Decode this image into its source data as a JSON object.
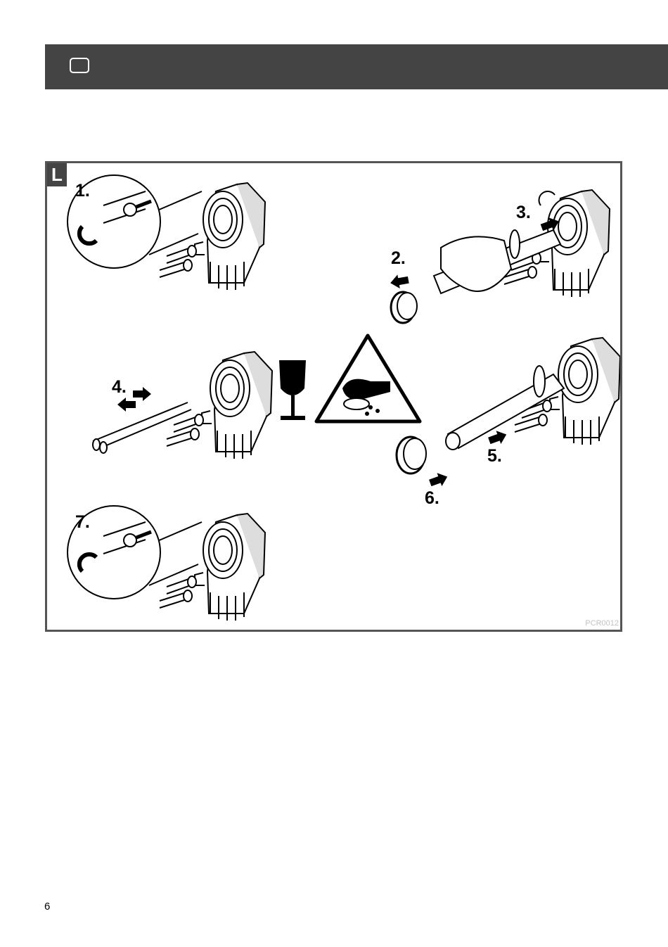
{
  "header": {
    "icon": "rounded-square-icon"
  },
  "figure": {
    "section_letter": "L",
    "steps": [
      {
        "label": "1."
      },
      {
        "label": "2."
      },
      {
        "label": "3."
      },
      {
        "label": "4."
      },
      {
        "label": "5."
      },
      {
        "label": "6."
      },
      {
        "label": "7."
      }
    ],
    "figure_code": "PCR0012",
    "icons": [
      "fragile-glass-icon",
      "cut-hazard-warning-icon",
      "arrow-icon",
      "rotate-arrow-icon"
    ]
  },
  "footer": {
    "page_number": "6"
  }
}
